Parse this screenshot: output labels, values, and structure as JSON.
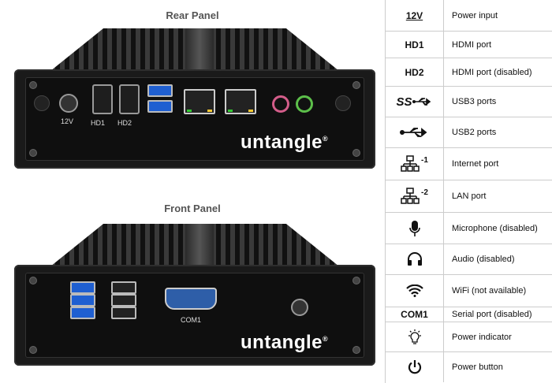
{
  "panels": {
    "rear_title": "Rear Panel",
    "front_title": "Front Panel"
  },
  "rear": {
    "labels": {
      "power": "12V",
      "hd1": "HD1",
      "hd2": "HD2"
    },
    "logo": "untangle",
    "logo_mark": "®"
  },
  "front": {
    "labels": {
      "com1": "COM1"
    },
    "logo": "untangle",
    "logo_mark": "®"
  },
  "legend": [
    {
      "symbol": "12V",
      "icon": "power-input-icon",
      "desc": "Power input"
    },
    {
      "symbol": "HD1",
      "icon": "hdmi-icon",
      "desc": "HDMI port"
    },
    {
      "symbol": "HD2",
      "icon": "hdmi-icon",
      "desc": "HDMI port (disabled)"
    },
    {
      "symbol": "SS",
      "icon": "usb3-icon",
      "desc": "USB3 ports"
    },
    {
      "symbol": "",
      "icon": "usb2-icon",
      "desc": "USB2 ports"
    },
    {
      "symbol": "-1",
      "icon": "network-icon",
      "desc": "Internet port"
    },
    {
      "symbol": "-2",
      "icon": "network-icon",
      "desc": "LAN port"
    },
    {
      "symbol": "",
      "icon": "microphone-icon",
      "desc": "Microphone (disabled)"
    },
    {
      "symbol": "",
      "icon": "headphones-icon",
      "desc": "Audio (disabled)"
    },
    {
      "symbol": "",
      "icon": "wifi-icon",
      "desc": "WiFi (not available)"
    },
    {
      "symbol": "COM1",
      "icon": "serial-icon",
      "desc": "Serial port (disabled)"
    },
    {
      "symbol": "",
      "icon": "power-indicator-icon",
      "desc": "Power indicator"
    },
    {
      "symbol": "",
      "icon": "power-button-icon",
      "desc": "Power button"
    }
  ]
}
